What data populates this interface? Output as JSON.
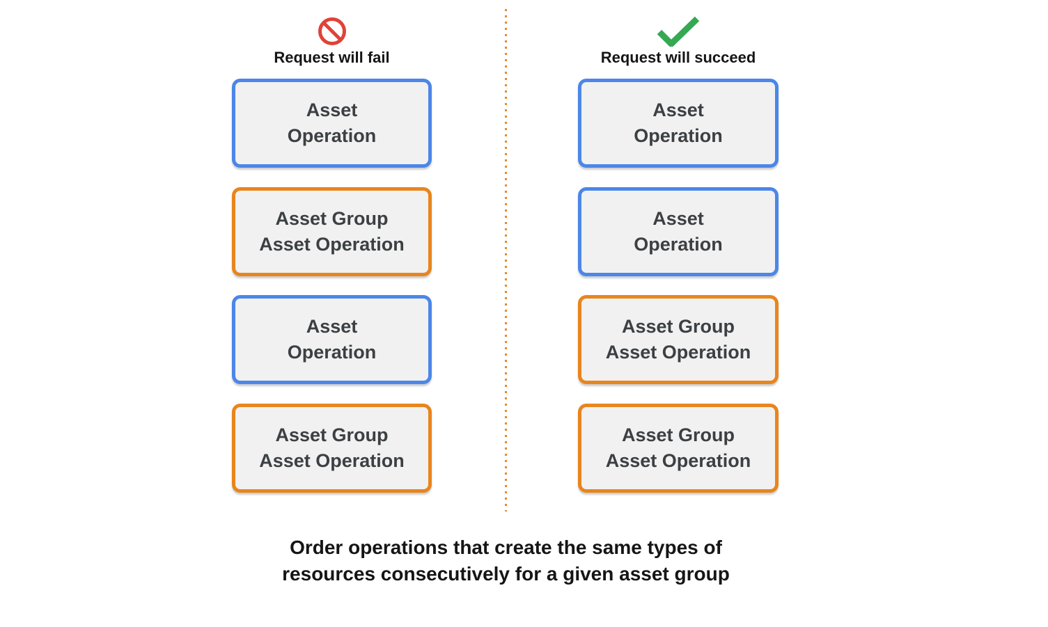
{
  "diagram": {
    "left_column": {
      "id": "fail",
      "icon": "no-entry-icon",
      "header": "Request will fail",
      "boxes": [
        {
          "type": "asset-operation",
          "lines": [
            "Asset",
            "Operation"
          ]
        },
        {
          "type": "asset-group-asset-operation",
          "lines": [
            "Asset Group",
            "Asset Operation"
          ]
        },
        {
          "type": "asset-operation",
          "lines": [
            "Asset",
            "Operation"
          ]
        },
        {
          "type": "asset-group-asset-operation",
          "lines": [
            "Asset Group",
            "Asset Operation"
          ]
        }
      ]
    },
    "right_column": {
      "id": "succeed",
      "icon": "checkmark-icon",
      "header": "Request will succeed",
      "boxes": [
        {
          "type": "asset-operation",
          "lines": [
            "Asset",
            "Operation"
          ]
        },
        {
          "type": "asset-operation",
          "lines": [
            "Asset",
            "Operation"
          ]
        },
        {
          "type": "asset-group-asset-operation",
          "lines": [
            "Asset Group",
            "Asset Operation"
          ]
        },
        {
          "type": "asset-group-asset-operation",
          "lines": [
            "Asset Group",
            "Asset Operation"
          ]
        }
      ]
    },
    "divider": {
      "style": "dotted-vertical",
      "color": "#E8892B"
    },
    "caption": {
      "line1": "Order operations that create the same types of",
      "line2": "resources consecutively for a given asset group"
    },
    "colors": {
      "asset_operation_border": "#4C86E8",
      "asset_group_asset_operation_border": "#E8851D",
      "box_fill": "#F1F1F1",
      "box_text": "#3C4043",
      "fail_icon_red": "#E04238",
      "succeed_icon_green": "#34A853",
      "divider_orange": "#E8892B",
      "heading_text": "#151515"
    }
  }
}
